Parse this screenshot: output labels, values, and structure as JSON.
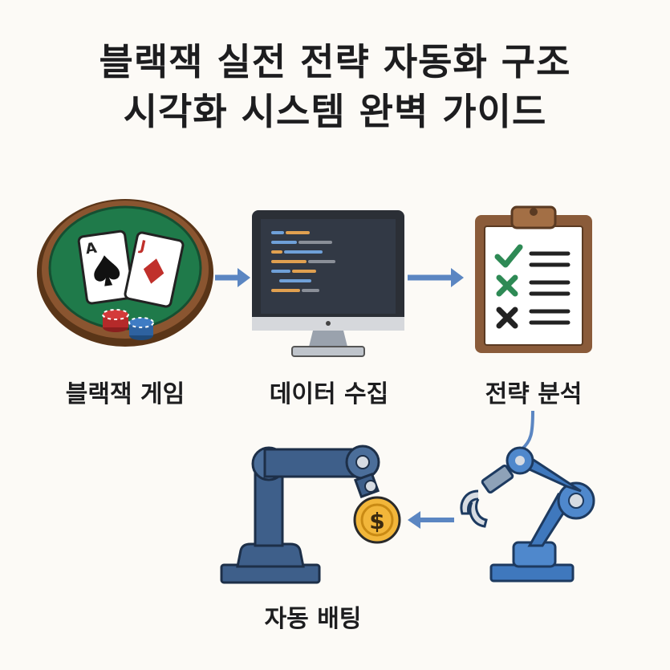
{
  "title": {
    "line1": "블랙잭 실전 전략 자동화 구조",
    "line2": "시각화 시스템 완벽 가이드"
  },
  "steps": {
    "game": "블랙잭 게임",
    "data": "데이터 수집",
    "strategy": "전략 분석",
    "betting": "자동 배팅"
  },
  "cards": {
    "ace_rank": "A",
    "jack_rank": "J"
  },
  "coin_symbol": "$",
  "colors": {
    "table_felt": "#1f7a4a",
    "table_rim": "#7a4a2a",
    "arrow": "#5b86c2",
    "robot_dark": "#3e5f8a",
    "robot_light": "#3f78bd",
    "coin": "#f2b63a",
    "check": "#2e8a55",
    "clipboard": "#8a5b3a"
  }
}
